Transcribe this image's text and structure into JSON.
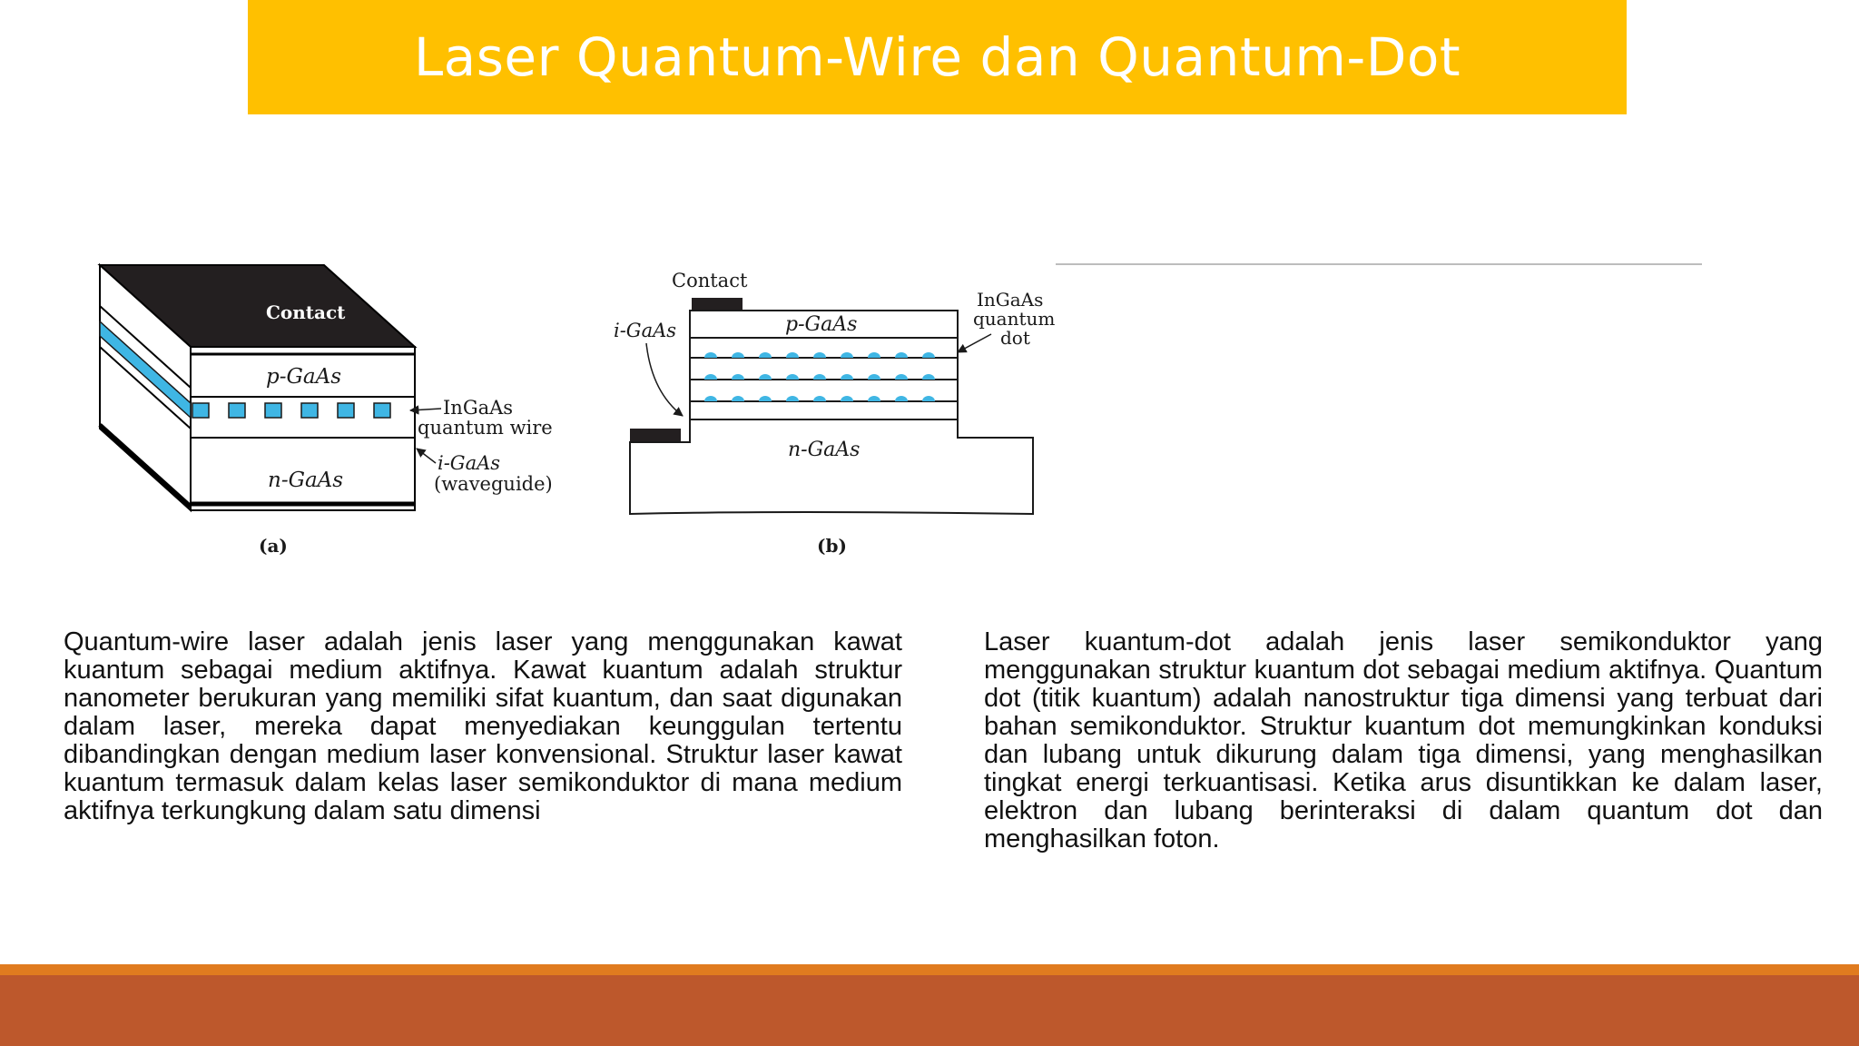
{
  "slide": {
    "title": "Laser Quantum-Wire dan Quantum-Dot"
  },
  "figure": {
    "panel_a": {
      "contact": "Contact",
      "p_layer": "p-GaAs",
      "wire_label_1": "InGaAs",
      "wire_label_2": "quantum wire",
      "guide_label_1": "i-GaAs",
      "guide_label_2": "(waveguide)",
      "n_layer": "n-GaAs",
      "caption": "(a)"
    },
    "panel_b": {
      "contact": "Contact",
      "i_layer": "i-GaAs",
      "p_layer": "p-GaAs",
      "dot_label_1": "InGaAs",
      "dot_label_2": "quantum",
      "dot_label_3": "dot",
      "n_layer": "n-GaAs",
      "caption": "(b)"
    },
    "colors": {
      "quantum": "#3FB6E4",
      "contact": "#231F20"
    }
  },
  "paragraphs": {
    "left": "Quantum-wire laser adalah jenis laser yang menggunakan kawat kuantum sebagai medium aktifnya. Kawat kuantum adalah struktur nanometer berukuran yang memiliki sifat kuantum, dan saat digunakan dalam laser, mereka dapat menyediakan keunggulan tertentu dibandingkan dengan medium laser konvensional. Struktur laser kawat kuantum termasuk dalam kelas laser semikonduktor di mana medium aktifnya terkungkung dalam satu dimensi",
    "right": "Laser kuantum-dot adalah jenis laser semikonduktor yang menggunakan struktur kuantum dot sebagai medium aktifnya. Quantum dot (titik kuantum) adalah nanostruktur tiga dimensi yang terbuat dari bahan semikonduktor. Struktur kuantum dot memungkinkan konduksi dan lubang untuk dikurung dalam tiga dimensi, yang menghasilkan tingkat energi terkuantisasi. Ketika arus disuntikkan ke dalam laser, elektron dan lubang berinteraksi di dalam quantum dot dan menghasilkan foton."
  },
  "theme": {
    "title_bg": "#FFC000",
    "footer_accent": "#E07B1F",
    "footer_bg": "#BD582C"
  }
}
